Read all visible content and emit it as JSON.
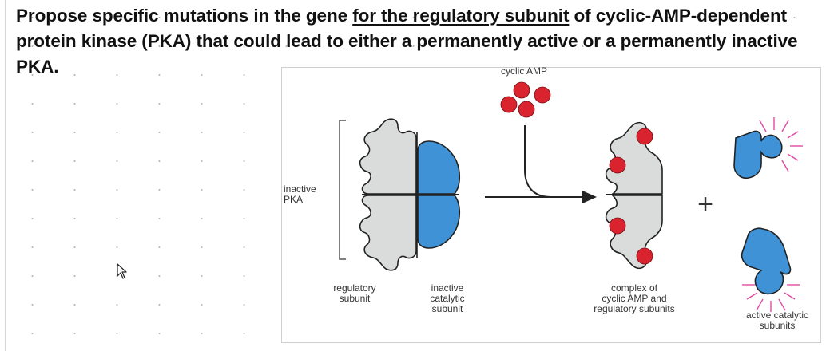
{
  "question": {
    "part1": "Propose specific mutations in the gene ",
    "underlined": "for the regulatory subunit",
    "part2": " of cyclic-AMP-dependent protein kinase (PKA) that could lead to either a permanently active or a permanently inactive PKA."
  },
  "figure": {
    "labels": {
      "cyclic_amp": "cyclic AMP",
      "inactive_pka": "inactive\nPKA",
      "regulatory_subunit": "regulatory\nsubunit",
      "inactive_catalytic": "inactive\ncatalytic\nsubunit",
      "complex": "complex of\ncyclic AMP and\nregulatory subunits",
      "active_catalytic": "active catalytic\nsubunits",
      "plus": "+"
    },
    "colors": {
      "regulatory": "#d9dcdb",
      "catalytic": "#3f92d6",
      "camp": "#d9232e",
      "outline": "#222222",
      "rays": "#e04aa3"
    }
  }
}
